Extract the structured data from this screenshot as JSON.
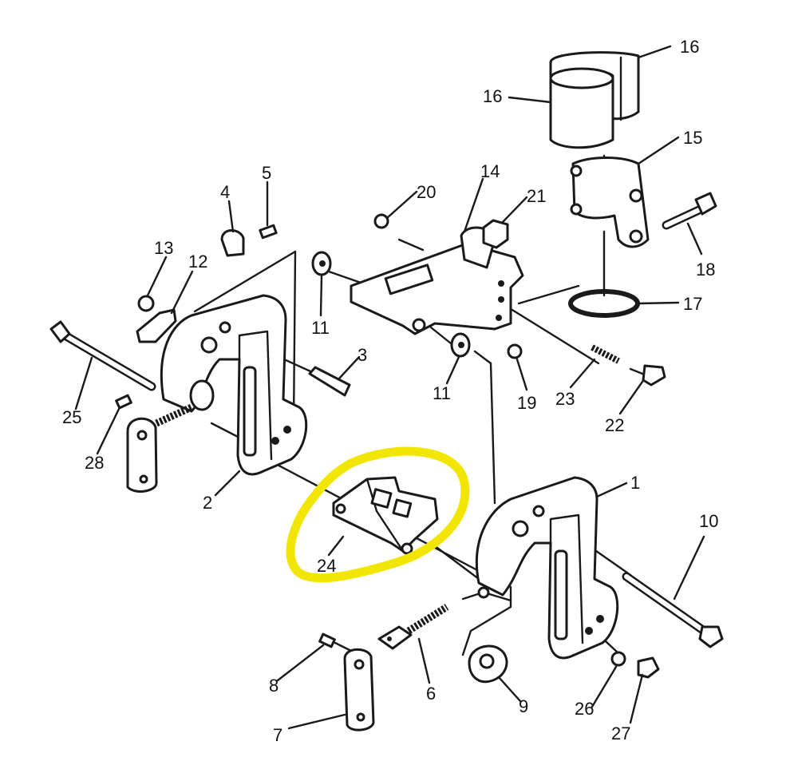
{
  "diagram": {
    "highlight_color": "#f2e600",
    "labels": {
      "p1": "1",
      "p2": "2",
      "p3": "3",
      "p4": "4",
      "p5": "5",
      "p6": "6",
      "p7": "7",
      "p8": "8",
      "p9": "9",
      "p10": "10",
      "p11a": "11",
      "p11b": "11",
      "p12": "12",
      "p13": "13",
      "p14": "14",
      "p15": "15",
      "p16a": "16",
      "p16b": "16",
      "p17": "17",
      "p18": "18",
      "p19": "19",
      "p20": "20",
      "p21": "21",
      "p22": "22",
      "p23": "23",
      "p24": "24",
      "p25": "25",
      "p26": "26",
      "p27": "27",
      "p28": "28"
    }
  }
}
